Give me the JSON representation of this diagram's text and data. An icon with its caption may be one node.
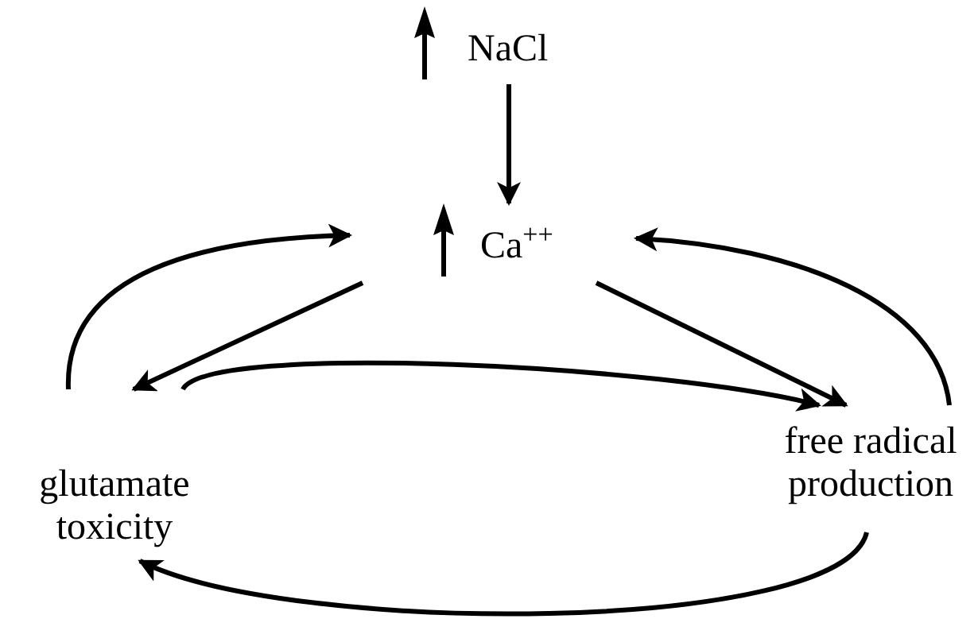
{
  "diagram": {
    "nodes": [
      {
        "text": [
          "NaCl"
        ]
      },
      {
        "text": [
          "Ca$^{++}$"
        ]
      },
      {
        "text": [
          "glutamate toxicity"
        ]
      },
      {
        "text": [
          "free radical production"
        ]
      }
    ],
    "edges": [
      {
        "from": 0,
        "to": 1,
        "arrow": "to"
      },
      {
        "from": 1,
        "to": 2,
        "arrow": "to"
      },
      {
        "from": 1,
        "to": 3,
        "arrow": "to"
      },
      {
        "from": 2,
        "to": 1,
        "arrow": "to"
      },
      {
        "from": 3,
        "to": 1,
        "arrow": "to"
      },
      {
        "from": 2,
        "to": 3,
        "arrow": "to"
      },
      {
        "from": 3,
        "to": 2,
        "arrow": "to"
      }
    ]
  }
}
